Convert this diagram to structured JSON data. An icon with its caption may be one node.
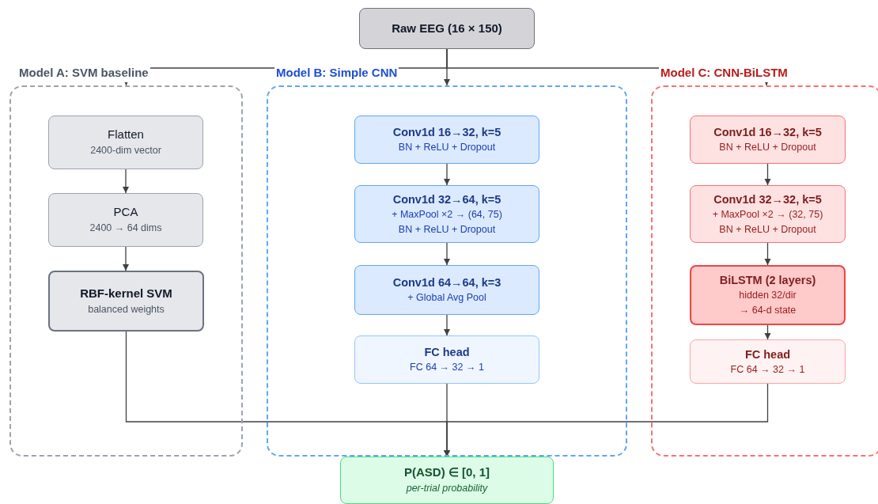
{
  "diagram": {
    "nodes": [
      {
        "text": [
          "Raw EEG (16 × 150)"
        ]
      },
      {
        "text": [
          "Model A: SVM baseline"
        ]
      },
      {
        "text": [
          "Flatten",
          "2400-dim vector"
        ],
        "in": 1
      },
      {
        "text": [
          "PCA",
          "2400 → 64 dims"
        ],
        "in": 1
      },
      {
        "text": [
          "RBF-kernel SVM",
          "balanced weights"
        ],
        "in": 1
      },
      {
        "text": [
          "Model B: Simple CNN"
        ]
      },
      {
        "text": [
          "Conv1d 16→32, k=5",
          "BN + ReLU + Dropout"
        ],
        "in": 5
      },
      {
        "text": [
          "Conv1d 32→64, k=5",
          "+ MaxPool ×2 → (64, 75)",
          "BN + ReLU + Dropout"
        ],
        "in": 5
      },
      {
        "text": [
          "Conv1d 64→64, k=3",
          "+ Global Avg Pool"
        ],
        "in": 5
      },
      {
        "text": [
          "FC head",
          "FC 64 → 32 → 1"
        ],
        "in": 5
      },
      {
        "text": [
          "Model C: CNN-BiLSTM"
        ]
      },
      {
        "text": [
          "Conv1d 16→32, k=5",
          "BN + ReLU + Dropout"
        ],
        "in": 10
      },
      {
        "text": [
          "Conv1d 32→32, k=5",
          "+ MaxPool ×2 → (32, 75)",
          "BN + ReLU + Dropout"
        ],
        "in": 10
      },
      {
        "text": [
          "BiLSTM (2 layers)",
          "hidden 32/dir",
          "→ 64-d state"
        ],
        "in": 10
      },
      {
        "text": [
          "FC head",
          "FC 64 → 32 → 1"
        ],
        "in": 10
      },
      {
        "text": [
          "P(ASD) ∈ [0, 1]",
          "per-trial probability"
        ]
      }
    ],
    "edges": [
      {
        "from": 0,
        "to": 1,
        "arrow": "to"
      },
      {
        "from": 0,
        "to": 5,
        "arrow": "to"
      },
      {
        "from": 0,
        "to": 10,
        "arrow": "to"
      },
      {
        "from": 2,
        "to": 3,
        "arrow": "to"
      },
      {
        "from": 3,
        "to": 4,
        "arrow": "to"
      },
      {
        "from": 6,
        "to": 7,
        "arrow": "to"
      },
      {
        "from": 7,
        "to": 8,
        "arrow": "to"
      },
      {
        "from": 8,
        "to": 9,
        "arrow": "to"
      },
      {
        "from": 11,
        "to": 12,
        "arrow": "to"
      },
      {
        "from": 12,
        "to": 13,
        "arrow": "to"
      },
      {
        "from": 13,
        "to": 14,
        "arrow": "to"
      },
      {
        "from": 4,
        "to": 15,
        "arrow": "to"
      },
      {
        "from": 9,
        "to": 15,
        "arrow": "to"
      },
      {
        "from": 14,
        "to": 15,
        "arrow": "to"
      }
    ]
  }
}
